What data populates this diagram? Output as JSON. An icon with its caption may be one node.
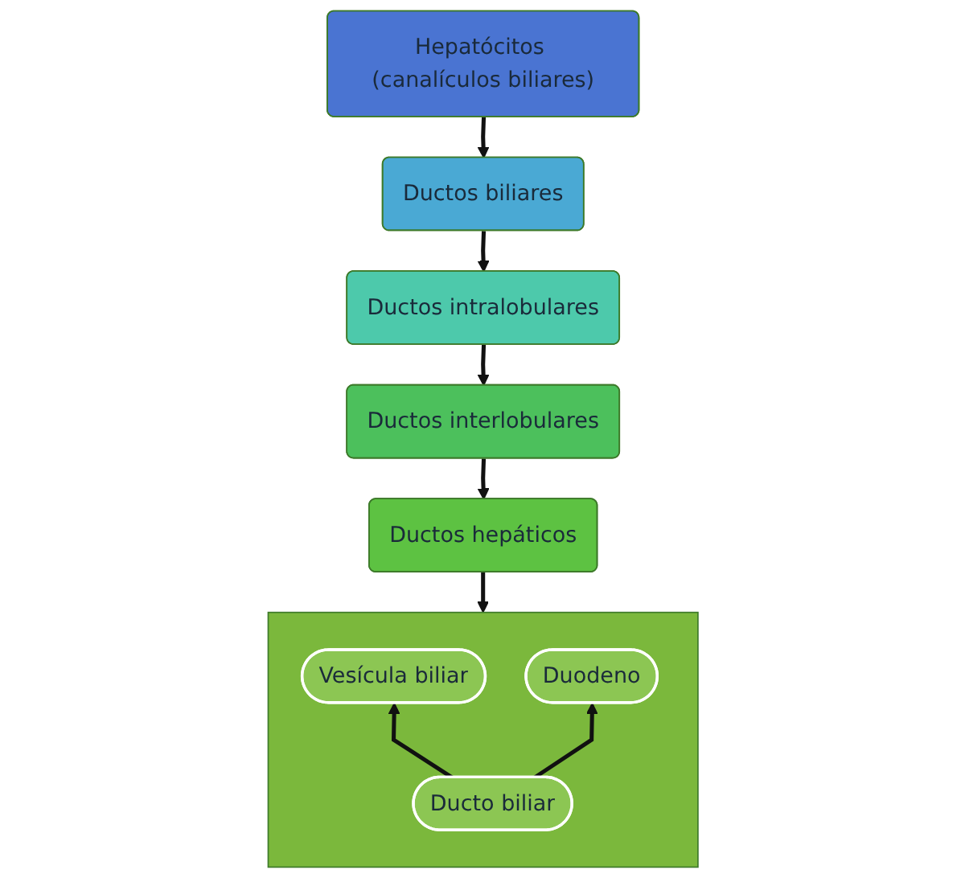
{
  "diagram": {
    "nodes": [
      {
        "text": [
          "Hepatócitos (canalículos biliares)"
        ]
      },
      {
        "text": [
          "Ductos biliares"
        ]
      },
      {
        "text": [
          "Ductos intralobulares"
        ]
      },
      {
        "text": [
          "Ductos interlobulares"
        ]
      },
      {
        "text": [
          "Ductos hepáticos"
        ]
      },
      {
        "text": [],
        "shape": "box"
      },
      {
        "text": [
          "Vesícula biliar"
        ],
        "in": 5
      },
      {
        "text": [
          "Duodeno"
        ],
        "in": 5
      },
      {
        "text": [
          "Ducto biliar"
        ],
        "in": 5
      }
    ],
    "edges": [
      {
        "from": 0,
        "to": 1,
        "arrow": "to"
      },
      {
        "from": 1,
        "to": 2,
        "arrow": "to"
      },
      {
        "from": 2,
        "to": 3,
        "arrow": "to"
      },
      {
        "from": 3,
        "to": 4,
        "arrow": "to"
      },
      {
        "from": 4,
        "to": 5,
        "arrow": "to"
      },
      {
        "from": 8,
        "to": 6,
        "arrow": "to"
      },
      {
        "from": 8,
        "to": 7,
        "arrow": "to"
      }
    ]
  }
}
